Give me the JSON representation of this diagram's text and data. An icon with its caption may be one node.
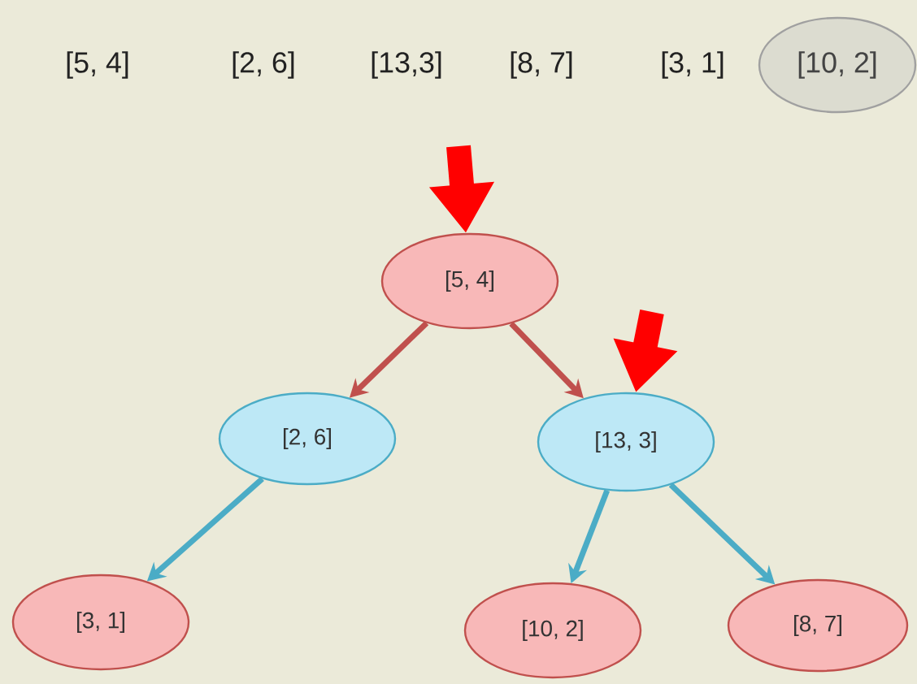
{
  "diagram": {
    "nodes": [
      {
        "text": [
          "[10, 2]"
        ]
      },
      {
        "text": [
          "[5, 4]"
        ]
      },
      {
        "text": [
          "[2, 6]"
        ]
      },
      {
        "text": [
          "[13, 3]"
        ]
      },
      {
        "text": [
          "[3, 1]"
        ]
      },
      {
        "text": [
          "[10, 2]"
        ]
      },
      {
        "text": [
          "[8, 7]"
        ]
      }
    ],
    "edges": [
      {
        "from": 1,
        "to": 2,
        "arrow": "to",
        "color": "#c0504d"
      },
      {
        "from": 1,
        "to": 3,
        "arrow": "to",
        "color": "#c0504d"
      },
      {
        "from": 2,
        "to": 4,
        "arrow": "to",
        "color": "#4bacc6"
      },
      {
        "from": 3,
        "to": 5,
        "arrow": "to",
        "color": "#4bacc6"
      },
      {
        "from": 3,
        "to": 6,
        "arrow": "to",
        "color": "#4bacc6"
      },
      {
        "from": null,
        "to": 1,
        "arrow": "to",
        "style": "thick",
        "color": "#ff0000"
      },
      {
        "from": null,
        "to": 3,
        "arrow": "to",
        "style": "thick",
        "color": "#ff0000"
      }
    ],
    "labels": [
      "[5, 4]",
      "[2, 6]",
      "[13,3]",
      "[8, 7]",
      "[3, 1]"
    ]
  }
}
